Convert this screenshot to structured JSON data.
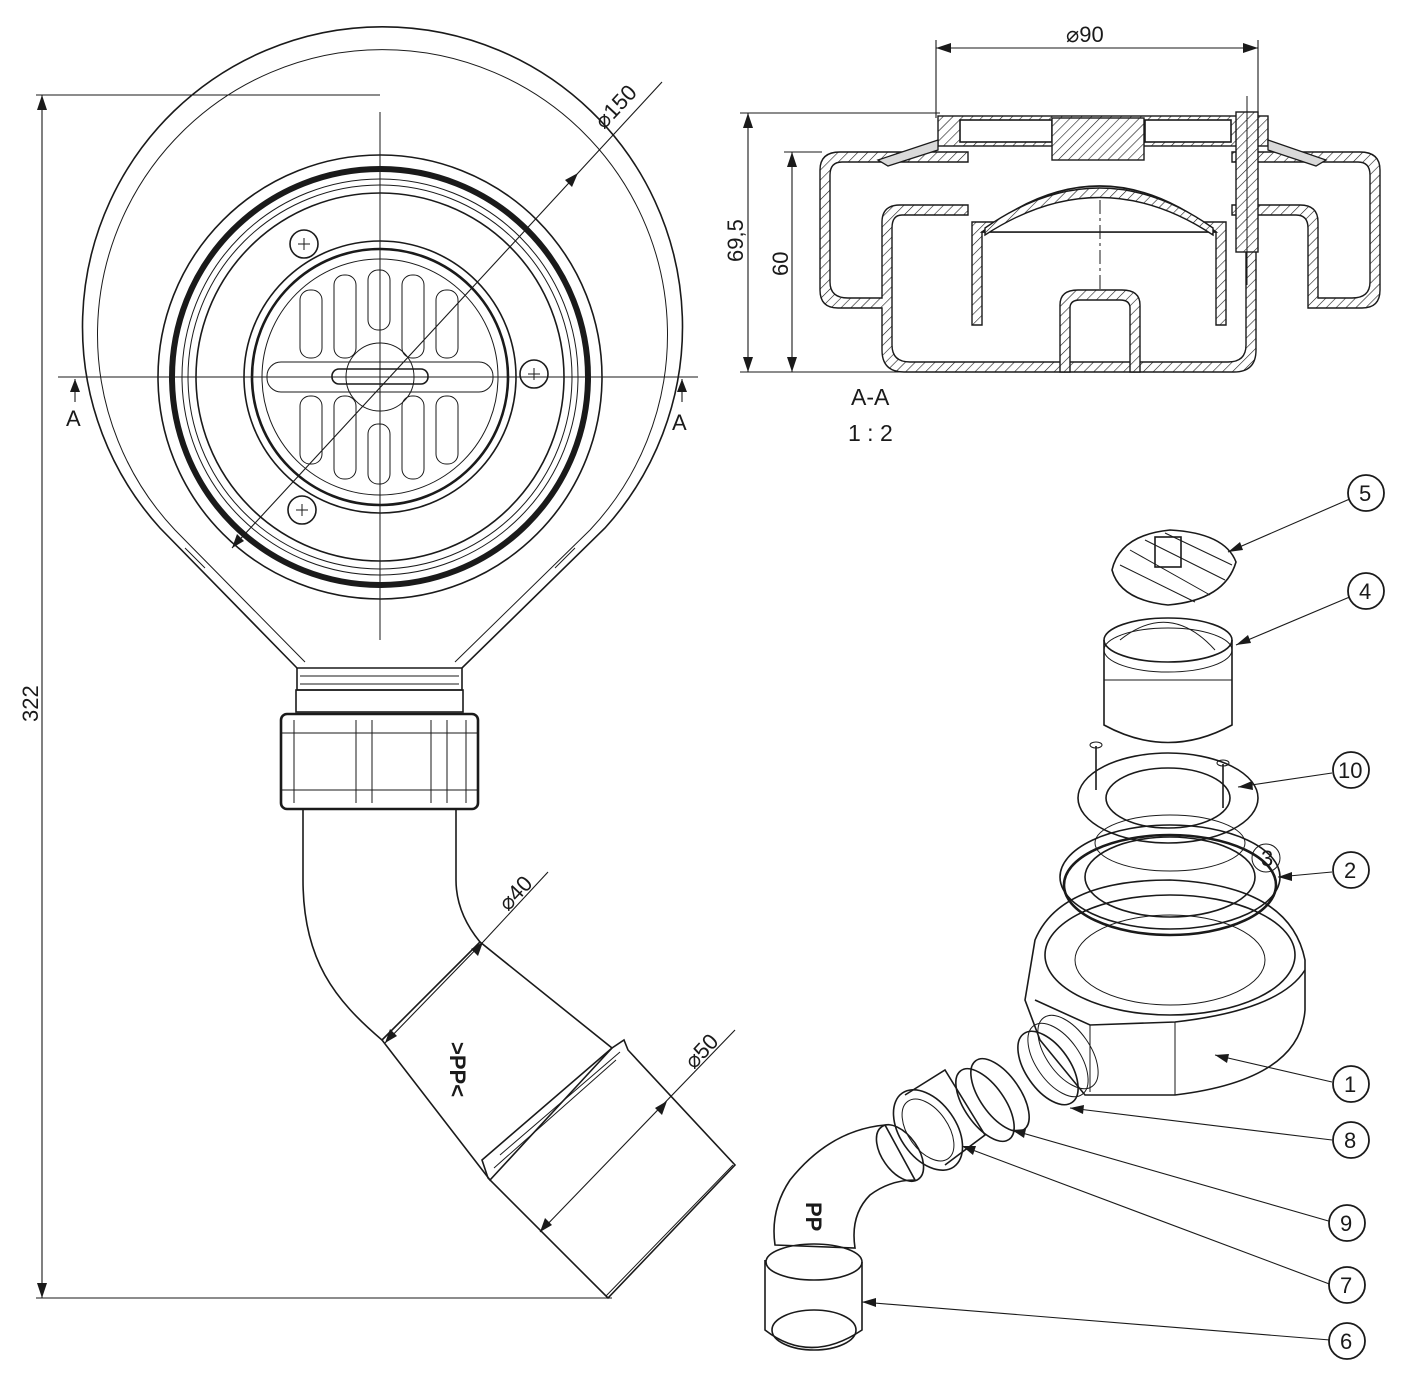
{
  "plan_view": {
    "dim_overall_height": "322",
    "dim_body_diameter": "⌀150",
    "dim_outlet_inner": "⌀40",
    "dim_outlet_outer": "⌀50",
    "section_mark_left": "A",
    "section_mark_right": "A",
    "material_mark": ">PP<"
  },
  "section_view": {
    "dim_grate_diameter": "⌀90",
    "dim_total_height": "69,5",
    "dim_body_height": "60",
    "title": "A-A",
    "scale": "1 : 2"
  },
  "exploded_view": {
    "balloons": [
      "5",
      "4",
      "10",
      "2",
      "1",
      "8",
      "9",
      "7",
      "6"
    ],
    "material_mark": "PP",
    "partial_balloon": "3"
  }
}
